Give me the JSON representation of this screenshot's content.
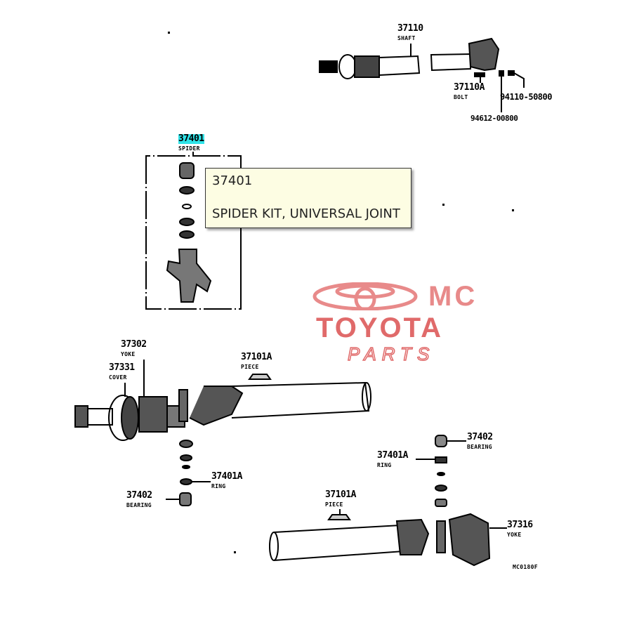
{
  "tooltip": {
    "part_number": "37401",
    "description": "SPIDER KIT, UNIVERSAL JOINT"
  },
  "callouts": {
    "shaft": {
      "number": "37110",
      "name": "SHAFT"
    },
    "bolt": {
      "number": "37110A",
      "name": "BOLT"
    },
    "nut": {
      "number": "94110-50800"
    },
    "washer": {
      "number": "94612-00800"
    },
    "spider": {
      "number": "37401",
      "name": "SPIDER"
    },
    "yoke_front": {
      "number": "37302",
      "name": "YOKE"
    },
    "cover": {
      "number": "37331",
      "name": "COVER"
    },
    "piece_upper": {
      "number": "37101A",
      "name": "PIECE"
    },
    "ring_left": {
      "number": "37401A",
      "name": "RING"
    },
    "bearing_left": {
      "number": "37402",
      "name": "BEARING"
    },
    "bearing_right": {
      "number": "37402",
      "name": "BEARING"
    },
    "ring_right": {
      "number": "37401A",
      "name": "RING"
    },
    "piece_lower": {
      "number": "37101A",
      "name": "PIECE"
    },
    "yoke_rear": {
      "number": "37316",
      "name": "YOKE"
    }
  },
  "figure_code": "MC0180F",
  "watermark": {
    "line1": "MC",
    "line2": "TOYOTA",
    "line3": "PARTS",
    "color": "#e06a6a"
  },
  "highlight_color": "#2fe3e8"
}
